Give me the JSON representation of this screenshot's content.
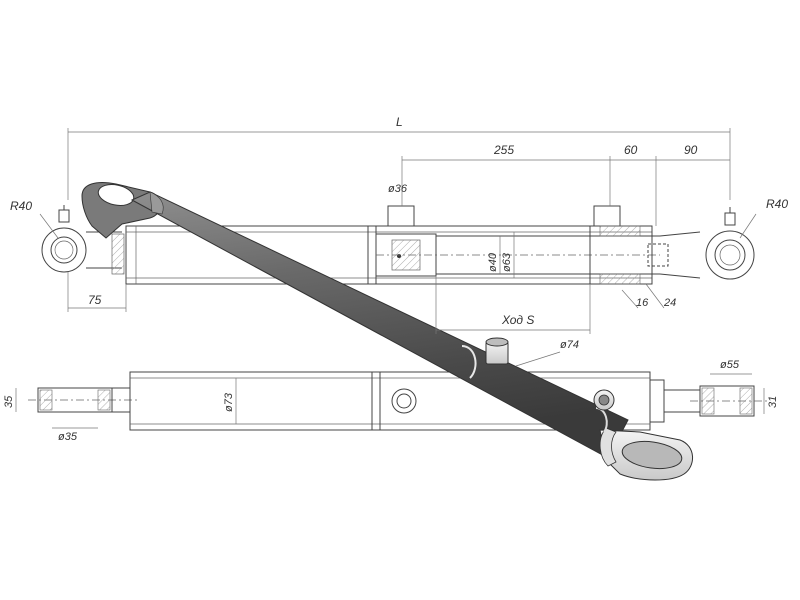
{
  "dimensions": {
    "overall_length": "L",
    "length_255": "255",
    "length_60": "60",
    "length_90": "90",
    "length_75": "75",
    "stroke": "Ход S",
    "radius_left": "R40",
    "radius_right": "R40",
    "port_dia": "ø36",
    "rod_dia": "ø40",
    "bore_dia": "ø63",
    "tube_dia": "ø74",
    "pin_dia_left": "ø35",
    "pin_dia_right": "ø55",
    "barrel_dia": "ø73",
    "width_left": "35",
    "width_right": "31",
    "callout_16": "16",
    "callout_24": "24"
  }
}
